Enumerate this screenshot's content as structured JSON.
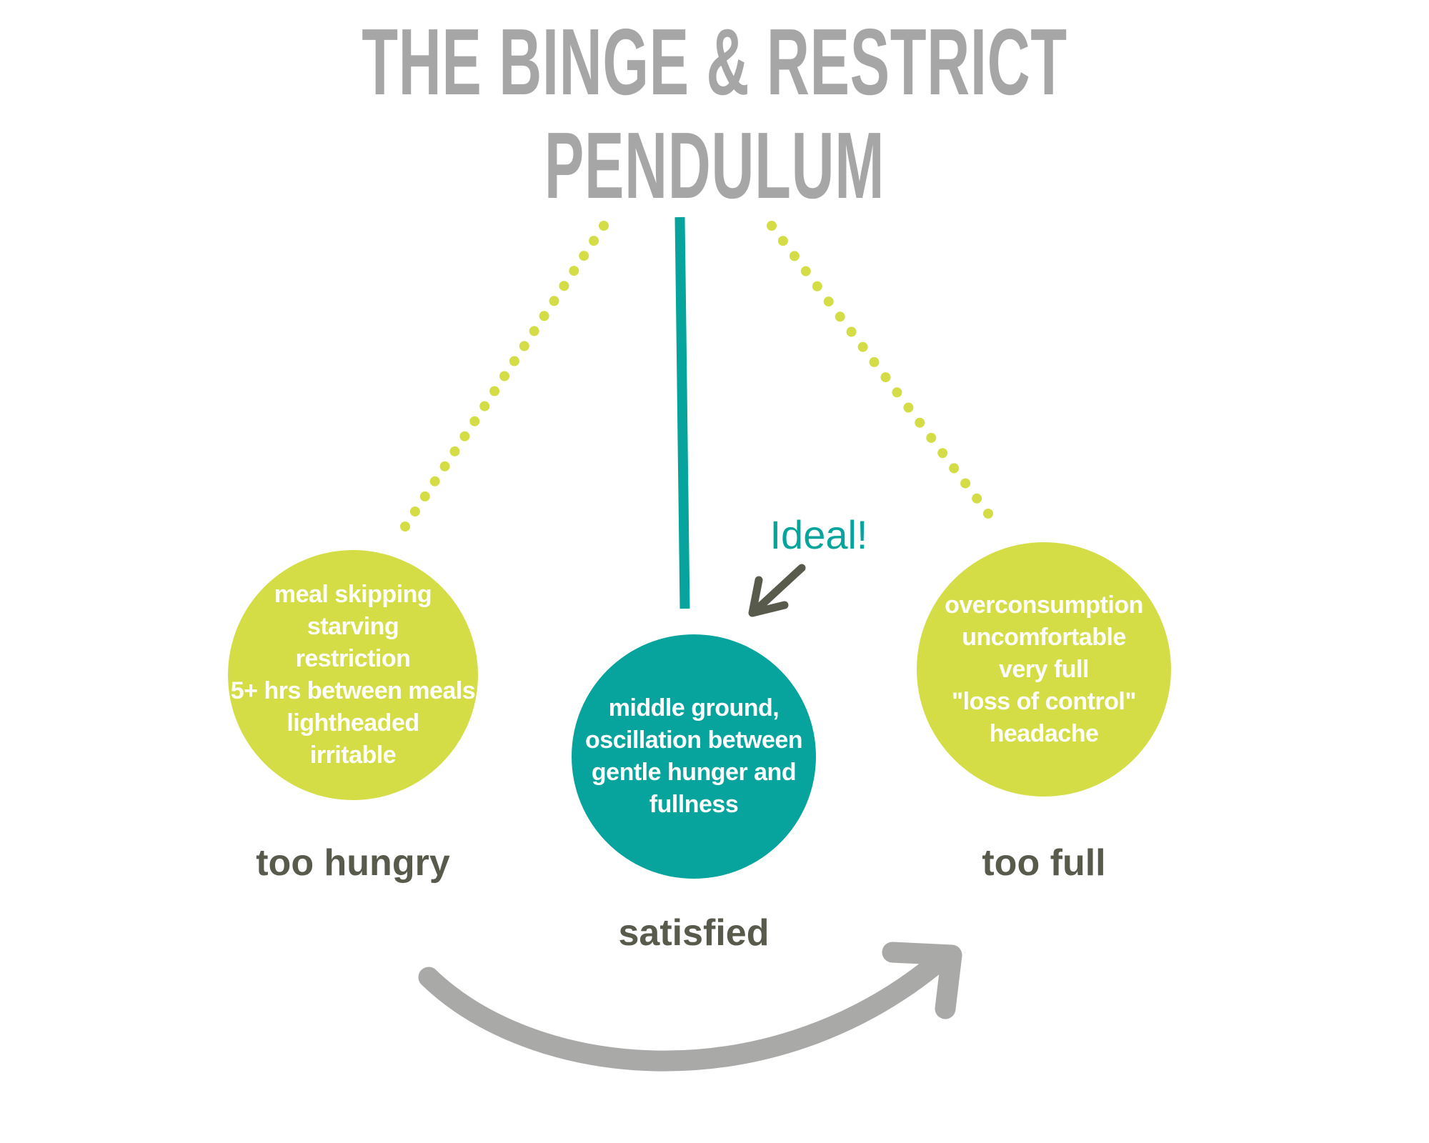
{
  "title": {
    "line1": "THE BINGE & RESTRICT",
    "line2": "PENDULUM"
  },
  "colors": {
    "accent_teal": "#06a49c",
    "accent_lime": "#d5dd46",
    "title_gray": "#a6a6a6",
    "label_olive": "#585b4c",
    "arrow_gray": "#a9a9a7",
    "text_white": "#ffffff"
  },
  "pendulum": {
    "ideal_label": "Ideal!",
    "left": {
      "lines": [
        "meal skipping",
        "starving",
        "restriction",
        "5+ hrs between meals",
        "lightheaded",
        "irritable"
      ],
      "caption": "too hungry"
    },
    "center": {
      "lines": [
        "middle ground,",
        "oscillation between",
        "gentle hunger and",
        "fullness"
      ],
      "caption": "satisfied"
    },
    "right": {
      "lines": [
        "overconsumption",
        "uncomfortable",
        "very full",
        "\"loss of control\"",
        "headache"
      ],
      "caption": "too full"
    }
  }
}
